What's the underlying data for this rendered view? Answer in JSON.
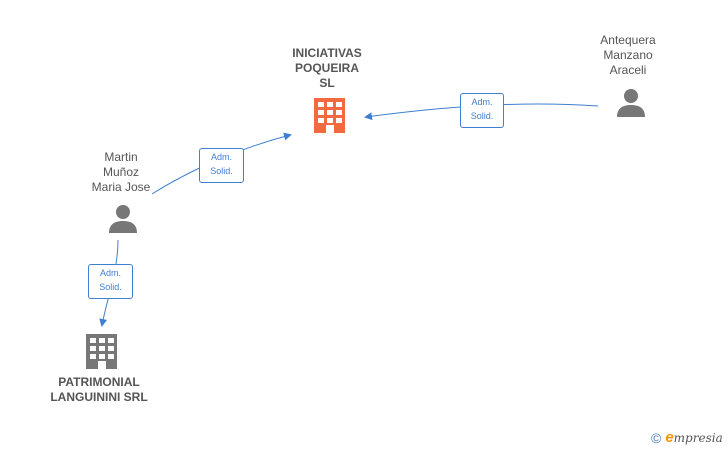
{
  "nodes": {
    "iniciativas": {
      "lines": [
        "INICIATIVAS",
        "POQUEIRA",
        "SL"
      ]
    },
    "antequera": {
      "lines": [
        "Antequera",
        "Manzano",
        "Araceli"
      ]
    },
    "martin": {
      "lines": [
        "Martin",
        "Muñoz",
        "Maria Jose"
      ]
    },
    "patrimonial": {
      "lines": [
        "PATRIMONIAL",
        "LANGUININI SRL"
      ]
    }
  },
  "edges": {
    "antequera_to_iniciativas": {
      "lines": [
        "Adm.",
        "Solid."
      ]
    },
    "martin_to_iniciativas": {
      "lines": [
        "Adm.",
        "Solid."
      ]
    },
    "martin_to_patrimonial": {
      "lines": [
        "Adm.",
        "Solid."
      ]
    }
  },
  "colors": {
    "main_company": "#f26a3d",
    "company": "#777777",
    "person": "#777777",
    "edge": "#3f7fd1"
  },
  "icons": {
    "company": "building-icon",
    "person": "person-icon"
  },
  "brand": {
    "copyright": "©",
    "initial": "e",
    "rest": "mpresia"
  }
}
